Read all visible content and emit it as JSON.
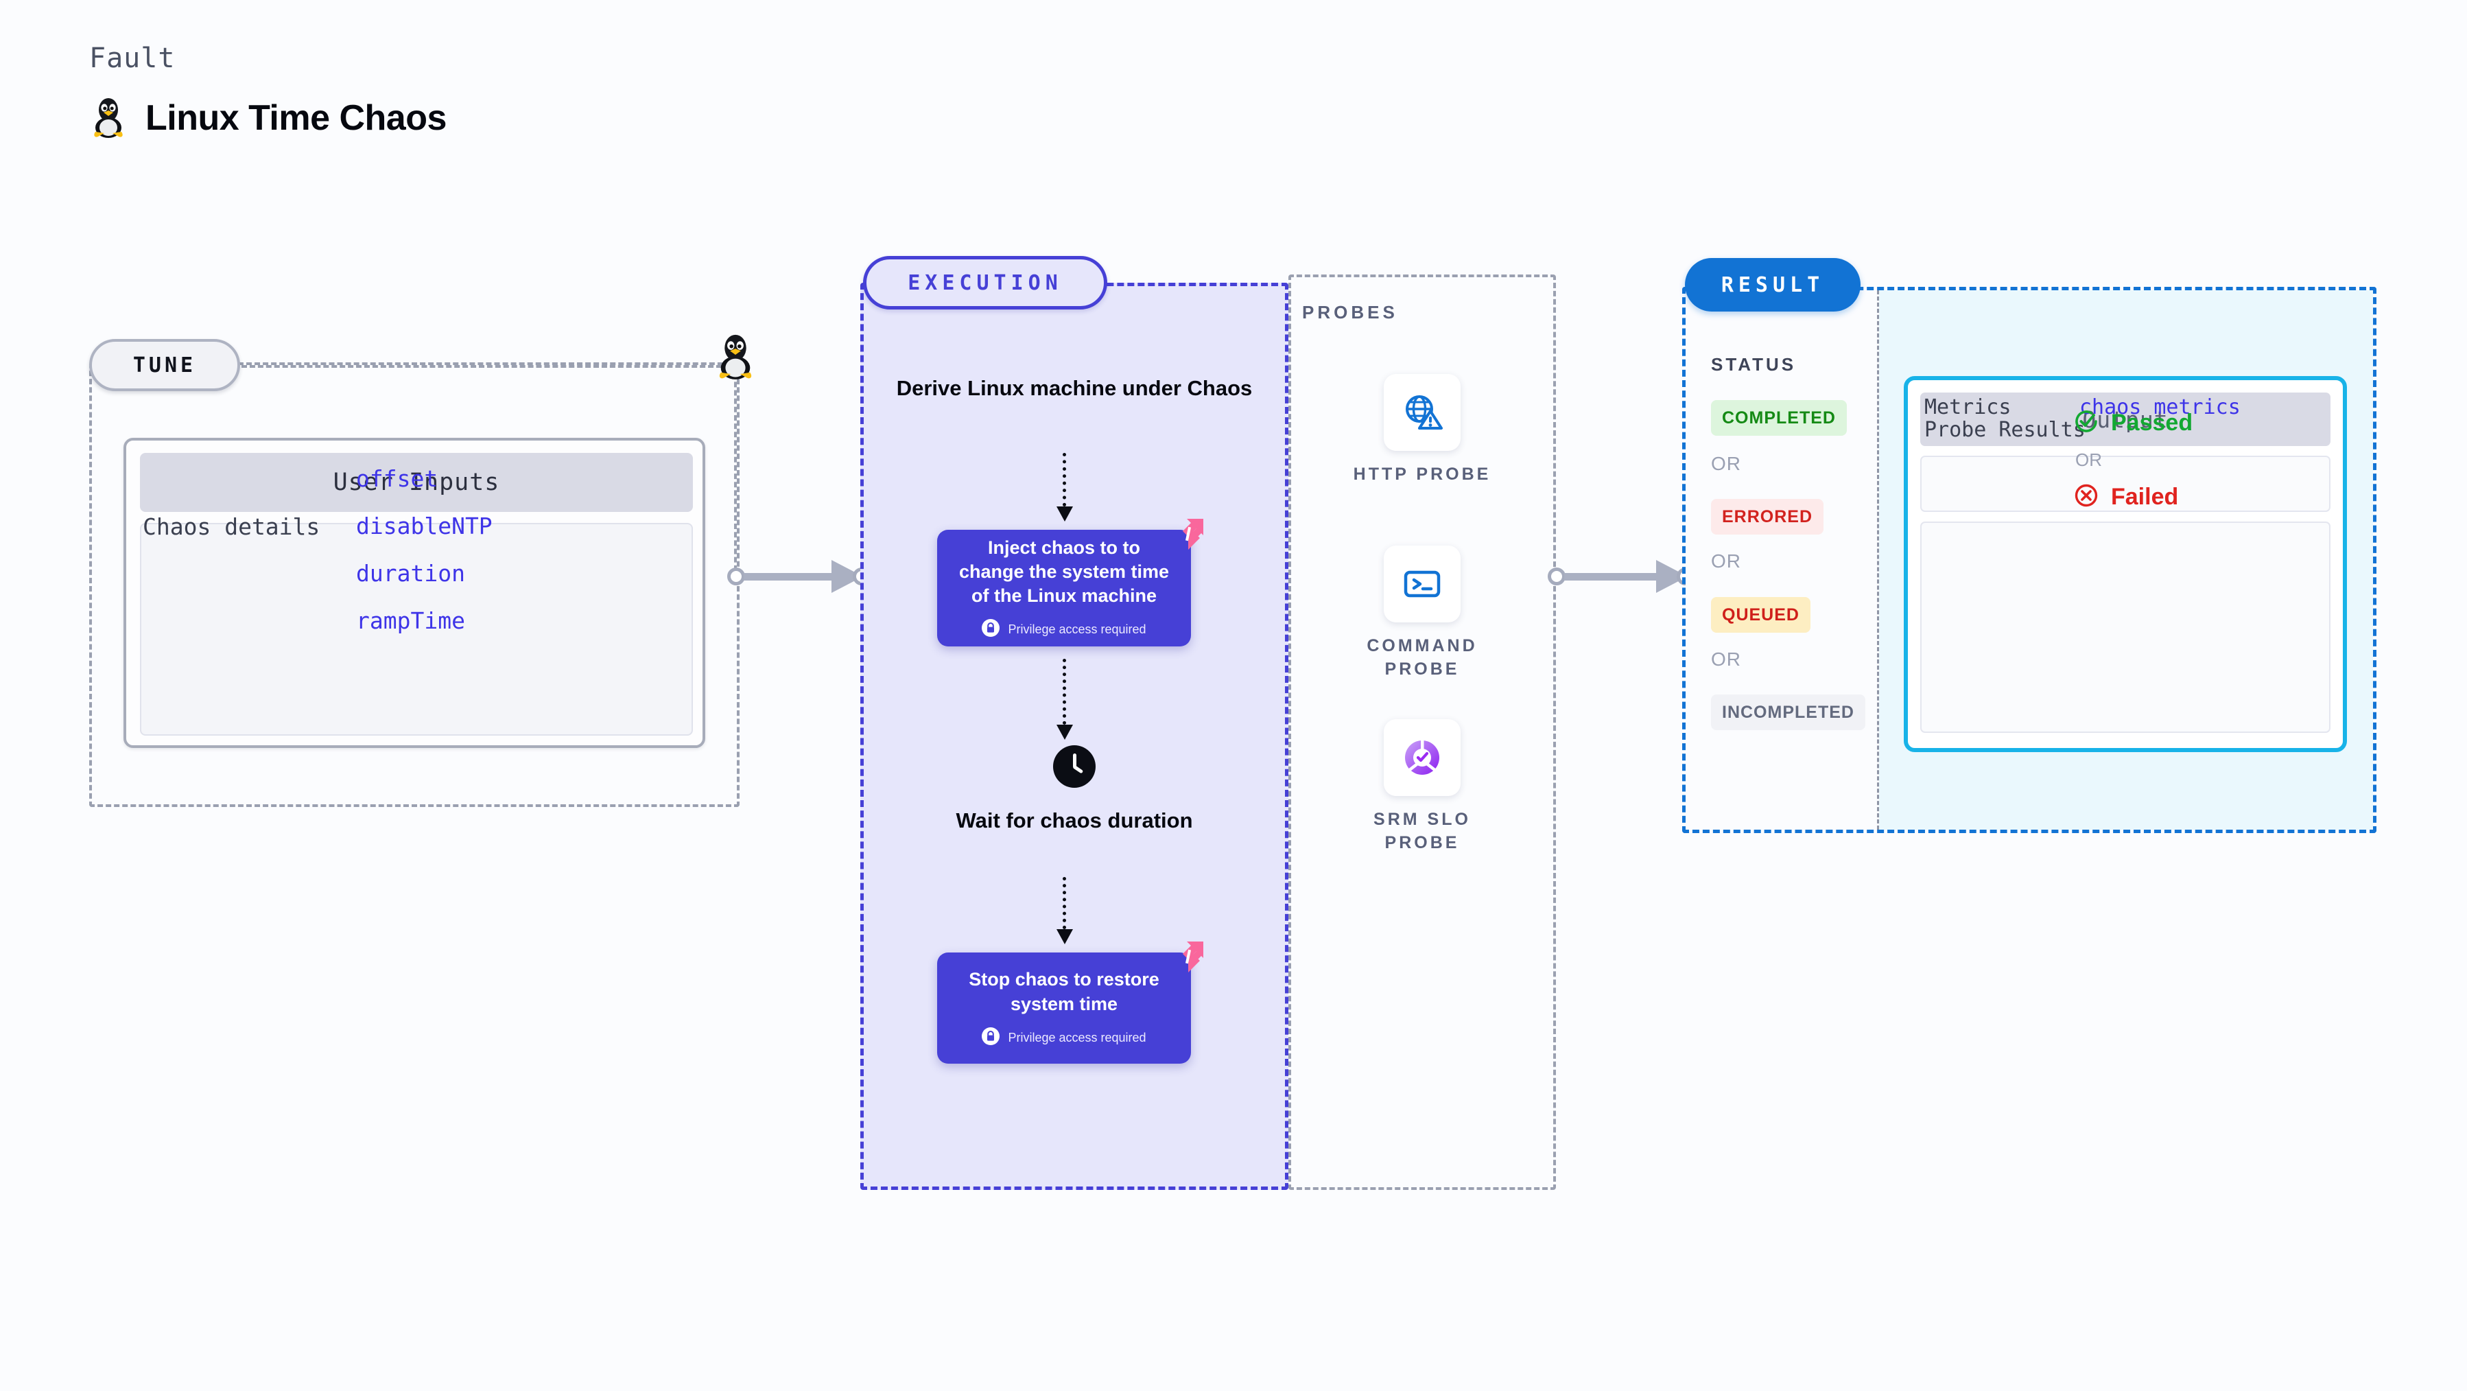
{
  "header": {
    "eyebrow": "Fault",
    "title": "Linux Time Chaos",
    "icon": "linux-penguin-icon"
  },
  "tune": {
    "pill_label": "TUNE",
    "card": {
      "header": "User Inputs",
      "details_label": "Chaos details",
      "params": [
        "offset",
        "disableNTP",
        "duration",
        "rampTime"
      ]
    }
  },
  "execution": {
    "pill_label": "EXECUTION",
    "derive_step": "Derive Linux machine under Chaos",
    "inject_step": {
      "title": "Inject chaos to to change the system time of the Linux machine",
      "privilege_note": "Privilege access required",
      "badge_icon": "harness-ribbon-icon",
      "lock_icon": "lock-icon"
    },
    "wait_step": {
      "icon": "clock-icon",
      "label": "Wait for chaos duration"
    },
    "stop_step": {
      "title": "Stop chaos to restore system time",
      "privilege_note": "Privilege access required",
      "badge_icon": "harness-ribbon-icon",
      "lock_icon": "lock-icon"
    }
  },
  "probes": {
    "section_label": "PROBES",
    "items": [
      {
        "label": "HTTP PROBE",
        "icon": "globe-warning-icon"
      },
      {
        "label": "COMMAND PROBE",
        "icon": "terminal-icon"
      },
      {
        "label": "SRM SLO PROBE",
        "icon": "slo-donut-check-icon"
      }
    ]
  },
  "result": {
    "pill_label": "RESULT",
    "status_label": "STATUS",
    "or_label": "OR",
    "statuses": [
      {
        "label": "COMPLETED",
        "bg": "#ddf5dd",
        "fg": "#158a15"
      },
      {
        "label": "ERRORED",
        "bg": "#fdeaea",
        "fg": "#d2221e"
      },
      {
        "label": "QUEUED",
        "bg": "#fdeec2",
        "fg": "#cf1f1a"
      },
      {
        "label": "INCOMPLETED",
        "bg": "#f1f2f6",
        "fg": "#636a7e"
      }
    ],
    "output": {
      "header": "Output",
      "metrics_label": "Metrics",
      "metrics_value": "chaos metrics",
      "probe_results_label": "Probe Results",
      "passed_label": "Passed",
      "failed_label": "Failed",
      "or_label": "OR",
      "passed_icon": "check-circle-icon",
      "failed_icon": "x-circle-icon"
    }
  },
  "colors": {
    "indigo": "#4640d6",
    "blue": "#1273d4",
    "cyan": "#18b3e8",
    "gray_dash": "#9aa0b0",
    "param_text": "#3e34e8",
    "pink": "#fa6ba0"
  }
}
